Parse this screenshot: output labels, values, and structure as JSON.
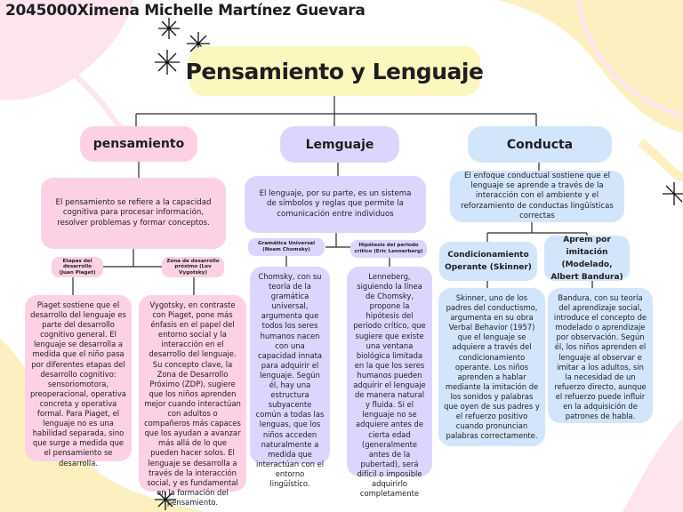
{
  "author": "2045000Ximena Michelle Martínez Guevara",
  "title": "Pensamiento y Lenguaje",
  "branches": {
    "pensamiento": {
      "label": "pensamiento",
      "description": "El pensamiento se refiere a la capacidad cognitiva para procesar información, resolver problemas y formar conceptos.",
      "sub1": "Etapas del desarrollo (Juan Piaget)",
      "sub2": "Zona de desarrollo próximo (Lev Vygotsky)",
      "text1": "Piaget sostiene que el desarrollo del lenguaje es parte del desarrollo cognitivo general. El lenguaje se desarrolla a medida que el niño pasa por diferentes etapas del desarrollo cognitivo: sensoriomotora, preoperacional, operativa concreta y operativa formal. Para Piaget, el lenguaje no es una habilidad separada, sino que surge a medida que el pensamiento se desarrolla.",
      "text2": "Vygotsky, en contraste con Piaget, pone más énfasis en el papel del entorno social y la interacción en el desarrollo del lenguaje. Su concepto clave, la Zona de Desarrollo Próximo (ZDP), sugiere que los niños aprenden mejor cuando interactúan con adultos o compañeros más capaces que los ayudan a avanzar más allá de lo que pueden hacer solos. El lenguaje se desarrolla a través de la interacción social, y es fundamental en la formación del pensamiento."
    },
    "lenguaje": {
      "label": "Lemguaje",
      "description": "El lenguaje, por su parte, es un sistema de símbolos y reglas que permite la comunicación entre individuos",
      "sub1": "Gramática Universal (Noam Chomsky)",
      "sub2": "Hipótesis del periodo crítico (Eric Lennerberg)",
      "text1": "Chomsky, con su teoría de la gramática universal, argumenta que todos los seres humanos nacen con una capacidad innata para adquirir el lenguaje. Según él, hay una estructura subyacente común a todas las lenguas, que los niños acceden naturalmente a medida que interactúan con el entorno lingüístico.",
      "text2": "Lenneberg, siguiendo la línea de Chomsky, propone la hipótesis del periodo crítico, que sugiere que existe una ventana biológica limitada en la que los seres humanos pueden adquirir el lenguaje de manera natural y fluida. Si el lenguaje no se adquiere antes de cierta edad (generalmente antes de la pubertad), será difícil o imposible adquirirlo completamente"
    },
    "conducta": {
      "label": "Conducta",
      "description": "El enfoque conductual sostiene que el lenguaje se aprende a través de la interacción con el ambiente y el reforzamiento de conductas lingüísticas correctas",
      "sub1": "Condicionamiento Operante (Skinner)",
      "sub2": "Aprem por imitación (Modelado, Albert Bandura)",
      "text1": "Skinner, uno de los padres del conductismo, argumenta en su obra Verbal Behavior (1957) que el lenguaje se adquiere a través del condicionamiento operante. Los niños aprenden a hablar mediante la imitación de los sonidos y palabras que oyen de sus padres y el refuerzo positivo cuando pronuncian palabras correctamente.",
      "text2": "Bandura, con su teoría del aprendizaje social, introduce el concepto de modelado o aprendizaje por observación. Según él, los niños aprenden el lenguaje al observar e imitar a los adultos, sin la necesidad de un refuerzo directo, aunque el refuerzo puede influir en la adquisición de patrones de habla."
    }
  },
  "colors": {
    "pink": "#fbd1e3",
    "lavender": "#dcd6ff",
    "blue": "#d2e5fb",
    "yellow": "#fcf6bf",
    "decor_pink": "#fde4ee",
    "decor_yellow": "#fdf0c0"
  },
  "decorations": [
    "sparkle-icon",
    "sparkle-icon",
    "sparkle-icon",
    "sparkle-icon",
    "sparkle-icon"
  ]
}
